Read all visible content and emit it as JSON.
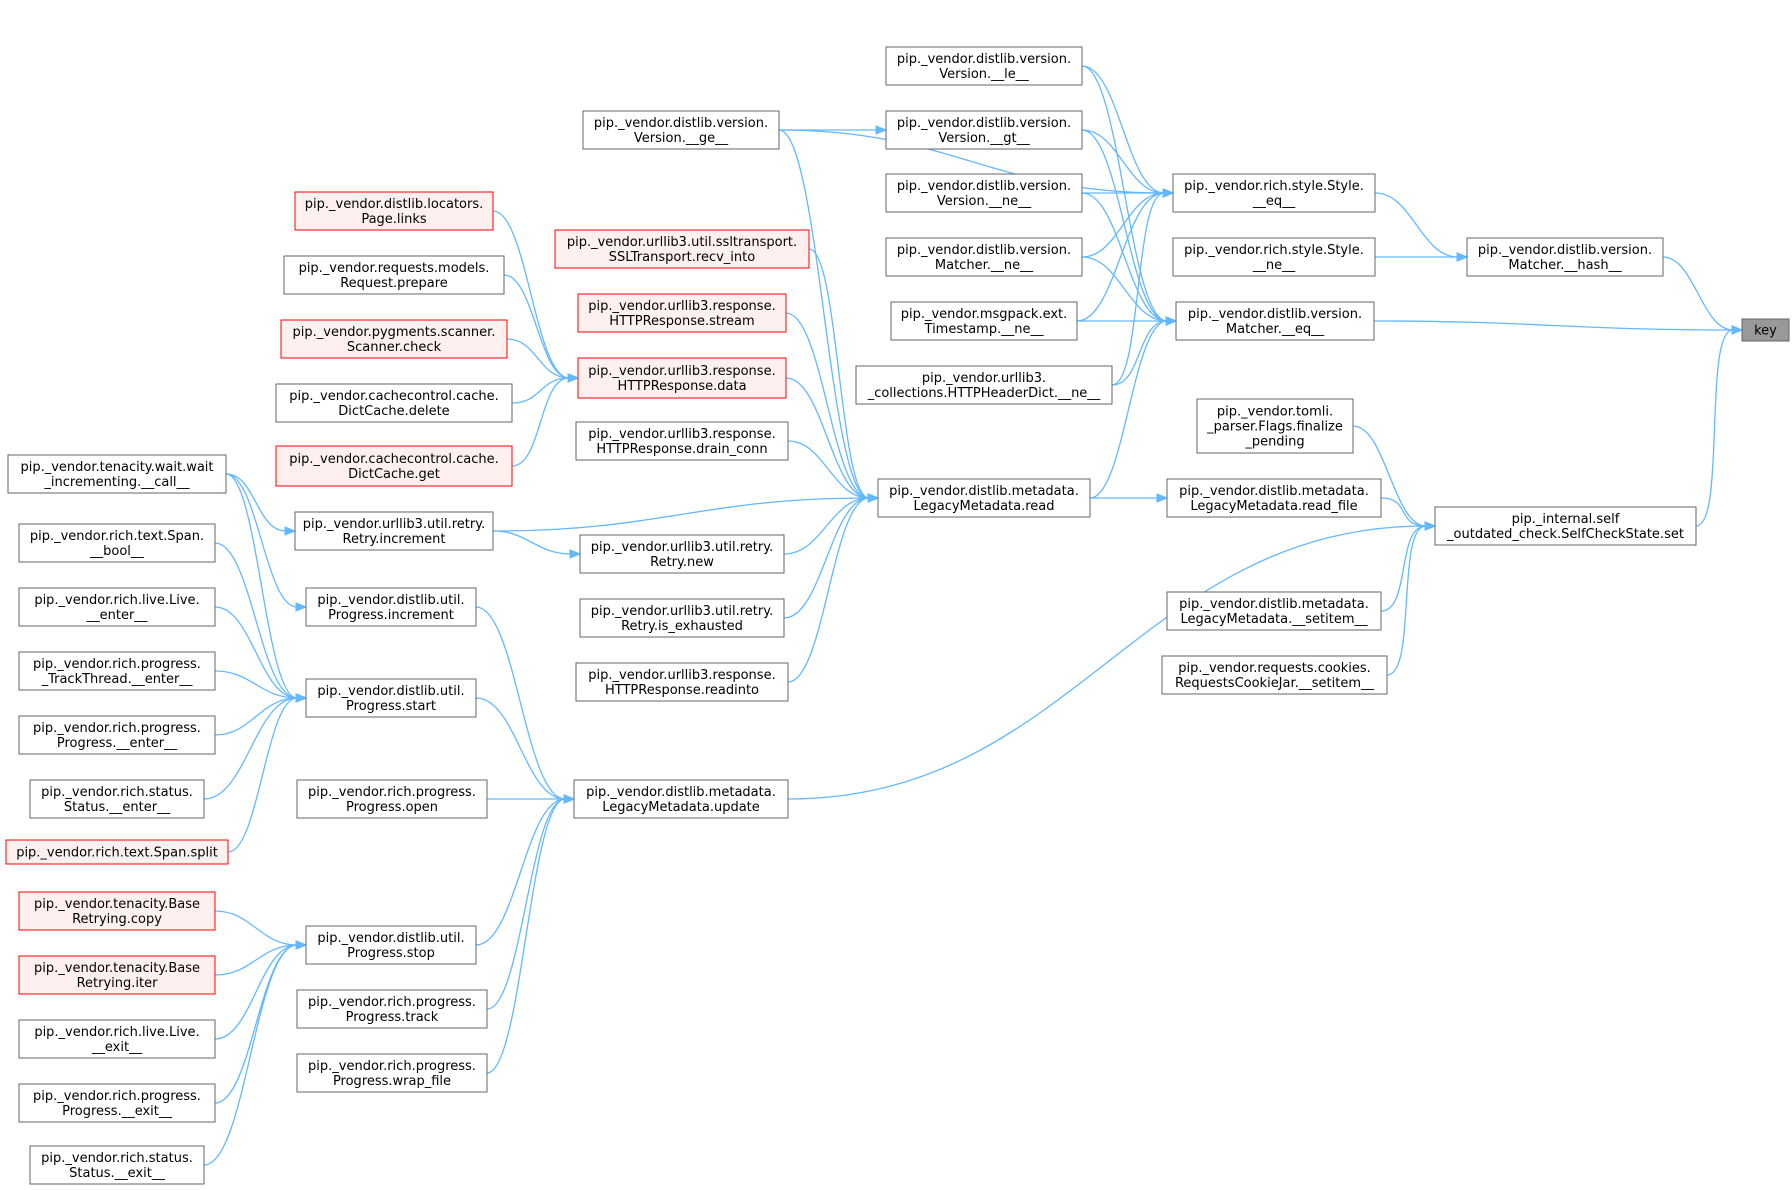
{
  "graph": {
    "colors": {
      "normal_fill": "#ffffff",
      "normal_border": "#666666",
      "highlight_fill": "#fff0f0",
      "highlight_border": "#ff0000",
      "root_fill": "#999999",
      "root_border": "#666666",
      "edge": "#63b8ff"
    },
    "nodes": {
      "key": {
        "lines": [
          "key"
        ],
        "style": "root"
      },
      "matcher_hash": {
        "lines": [
          "pip._vendor.distlib.version.",
          "Matcher.__hash__"
        ],
        "style": "normal"
      },
      "matcher_eq": {
        "lines": [
          "pip._vendor.distlib.version.",
          "Matcher.__eq__"
        ],
        "style": "normal"
      },
      "selfcheck_set": {
        "lines": [
          "pip._internal.self",
          "_outdated_check.SelfCheckState.set"
        ],
        "style": "normal"
      },
      "style_eq": {
        "lines": [
          "pip._vendor.rich.style.Style.",
          "__eq__"
        ],
        "style": "normal"
      },
      "style_ne": {
        "lines": [
          "pip._vendor.rich.style.Style.",
          "__ne__"
        ],
        "style": "normal"
      },
      "tomli_finalize": {
        "lines": [
          "pip._vendor.tomli.",
          "_parser.Flags.finalize",
          "_pending"
        ],
        "style": "normal"
      },
      "lm_read_file": {
        "lines": [
          "pip._vendor.distlib.metadata.",
          "LegacyMetadata.read_file"
        ],
        "style": "normal"
      },
      "lm_setitem": {
        "lines": [
          "pip._vendor.distlib.metadata.",
          "LegacyMetadata.__setitem__"
        ],
        "style": "normal"
      },
      "cookiejar_setitem": {
        "lines": [
          "pip._vendor.requests.cookies.",
          "RequestsCookieJar.__setitem__"
        ],
        "style": "normal"
      },
      "version_le": {
        "lines": [
          "pip._vendor.distlib.version.",
          "Version.__le__"
        ],
        "style": "normal"
      },
      "version_gt": {
        "lines": [
          "pip._vendor.distlib.version.",
          "Version.__gt__"
        ],
        "style": "normal"
      },
      "version_ne": {
        "lines": [
          "pip._vendor.distlib.version.",
          "Version.__ne__"
        ],
        "style": "normal"
      },
      "matcher_ne": {
        "lines": [
          "pip._vendor.distlib.version.",
          "Matcher.__ne__"
        ],
        "style": "normal"
      },
      "timestamp_ne": {
        "lines": [
          "pip._vendor.msgpack.ext.",
          "Timestamp.__ne__"
        ],
        "style": "normal"
      },
      "headerdict_ne": {
        "lines": [
          "pip._vendor.urllib3.",
          "_collections.HTTPHeaderDict.__ne__"
        ],
        "style": "normal"
      },
      "lm_read": {
        "lines": [
          "pip._vendor.distlib.metadata.",
          "LegacyMetadata.read"
        ],
        "style": "normal"
      },
      "version_ge": {
        "lines": [
          "pip._vendor.distlib.version.",
          "Version.__ge__"
        ],
        "style": "normal"
      },
      "ssl_recv_into": {
        "lines": [
          "pip._vendor.urllib3.util.ssltransport.",
          "SSLTransport.recv_into"
        ],
        "style": "highlight"
      },
      "resp_stream": {
        "lines": [
          "pip._vendor.urllib3.response.",
          "HTTPResponse.stream"
        ],
        "style": "highlight"
      },
      "resp_data": {
        "lines": [
          "pip._vendor.urllib3.response.",
          "HTTPResponse.data"
        ],
        "style": "highlight"
      },
      "resp_drain": {
        "lines": [
          "pip._vendor.urllib3.response.",
          "HTTPResponse.drain_conn"
        ],
        "style": "normal"
      },
      "retry_new": {
        "lines": [
          "pip._vendor.urllib3.util.retry.",
          "Retry.new"
        ],
        "style": "normal"
      },
      "retry_exhausted": {
        "lines": [
          "pip._vendor.urllib3.util.retry.",
          "Retry.is_exhausted"
        ],
        "style": "normal"
      },
      "resp_readinto": {
        "lines": [
          "pip._vendor.urllib3.response.",
          "HTTPResponse.readinto"
        ],
        "style": "normal"
      },
      "lm_update": {
        "lines": [
          "pip._vendor.distlib.metadata.",
          "LegacyMetadata.update"
        ],
        "style": "normal"
      },
      "locators_links": {
        "lines": [
          "pip._vendor.distlib.locators.",
          "Page.links"
        ],
        "style": "highlight"
      },
      "request_prepare": {
        "lines": [
          "pip._vendor.requests.models.",
          "Request.prepare"
        ],
        "style": "normal"
      },
      "scanner_check": {
        "lines": [
          "pip._vendor.pygments.scanner.",
          "Scanner.check"
        ],
        "style": "highlight"
      },
      "dictcache_delete": {
        "lines": [
          "pip._vendor.cachecontrol.cache.",
          "DictCache.delete"
        ],
        "style": "normal"
      },
      "dictcache_get": {
        "lines": [
          "pip._vendor.cachecontrol.cache.",
          "DictCache.get"
        ],
        "style": "highlight"
      },
      "retry_increment": {
        "lines": [
          "pip._vendor.urllib3.util.retry.",
          "Retry.increment"
        ],
        "style": "normal"
      },
      "progress_increment": {
        "lines": [
          "pip._vendor.distlib.util.",
          "Progress.increment"
        ],
        "style": "normal"
      },
      "progress_start": {
        "lines": [
          "pip._vendor.distlib.util.",
          "Progress.start"
        ],
        "style": "normal"
      },
      "rich_progress_open": {
        "lines": [
          "pip._vendor.rich.progress.",
          "Progress.open"
        ],
        "style": "normal"
      },
      "progress_stop": {
        "lines": [
          "pip._vendor.distlib.util.",
          "Progress.stop"
        ],
        "style": "normal"
      },
      "rich_progress_track": {
        "lines": [
          "pip._vendor.rich.progress.",
          "Progress.track"
        ],
        "style": "normal"
      },
      "rich_progress_wrap": {
        "lines": [
          "pip._vendor.rich.progress.",
          "Progress.wrap_file"
        ],
        "style": "normal"
      },
      "tenacity_call": {
        "lines": [
          "pip._vendor.tenacity.wait.wait",
          "_incrementing.__call__"
        ],
        "style": "normal"
      },
      "span_bool": {
        "lines": [
          "pip._vendor.rich.text.Span.",
          "__bool__"
        ],
        "style": "normal"
      },
      "live_enter": {
        "lines": [
          "pip._vendor.rich.live.Live.",
          "__enter__"
        ],
        "style": "normal"
      },
      "trackthread_enter": {
        "lines": [
          "pip._vendor.rich.progress.",
          "_TrackThread.__enter__"
        ],
        "style": "normal"
      },
      "progress_enter": {
        "lines": [
          "pip._vendor.rich.progress.",
          "Progress.__enter__"
        ],
        "style": "normal"
      },
      "status_enter": {
        "lines": [
          "pip._vendor.rich.status.",
          "Status.__enter__"
        ],
        "style": "normal"
      },
      "span_split": {
        "lines": [
          "pip._vendor.rich.text.Span.split"
        ],
        "style": "highlight"
      },
      "tenacity_copy": {
        "lines": [
          "pip._vendor.tenacity.Base",
          "Retrying.copy"
        ],
        "style": "highlight"
      },
      "tenacity_iter": {
        "lines": [
          "pip._vendor.tenacity.Base",
          "Retrying.iter"
        ],
        "style": "highlight"
      },
      "live_exit": {
        "lines": [
          "pip._vendor.rich.live.Live.",
          "__exit__"
        ],
        "style": "normal"
      },
      "progress_exit": {
        "lines": [
          "pip._vendor.rich.progress.",
          "Progress.__exit__"
        ],
        "style": "normal"
      },
      "status_exit": {
        "lines": [
          "pip._vendor.rich.status.",
          "Status.__exit__"
        ],
        "style": "normal"
      }
    },
    "edges": [
      [
        "matcher_hash",
        "key"
      ],
      [
        "matcher_eq",
        "key"
      ],
      [
        "selfcheck_set",
        "key"
      ],
      [
        "style_eq",
        "matcher_hash"
      ],
      [
        "style_ne",
        "matcher_hash"
      ],
      [
        "version_le",
        "style_eq"
      ],
      [
        "version_gt",
        "style_eq"
      ],
      [
        "version_ne",
        "style_eq"
      ],
      [
        "matcher_ne",
        "style_eq"
      ],
      [
        "timestamp_ne",
        "style_eq"
      ],
      [
        "headerdict_ne",
        "style_eq"
      ],
      [
        "version_ge",
        "style_eq"
      ],
      [
        "version_le",
        "matcher_eq"
      ],
      [
        "version_gt",
        "matcher_eq"
      ],
      [
        "version_ne",
        "matcher_eq"
      ],
      [
        "matcher_ne",
        "matcher_eq"
      ],
      [
        "timestamp_ne",
        "matcher_eq"
      ],
      [
        "headerdict_ne",
        "matcher_eq"
      ],
      [
        "lm_read",
        "matcher_eq"
      ],
      [
        "version_ge",
        "version_gt"
      ],
      [
        "tomli_finalize",
        "selfcheck_set"
      ],
      [
        "lm_read_file",
        "selfcheck_set"
      ],
      [
        "lm_setitem",
        "selfcheck_set"
      ],
      [
        "cookiejar_setitem",
        "selfcheck_set"
      ],
      [
        "lm_update",
        "selfcheck_set"
      ],
      [
        "lm_read",
        "lm_read_file"
      ],
      [
        "version_ge",
        "lm_read"
      ],
      [
        "ssl_recv_into",
        "lm_read"
      ],
      [
        "resp_stream",
        "lm_read"
      ],
      [
        "resp_data",
        "lm_read"
      ],
      [
        "resp_drain",
        "lm_read"
      ],
      [
        "retry_increment",
        "lm_read"
      ],
      [
        "retry_new",
        "lm_read"
      ],
      [
        "retry_exhausted",
        "lm_read"
      ],
      [
        "resp_readinto",
        "lm_read"
      ],
      [
        "locators_links",
        "resp_data"
      ],
      [
        "request_prepare",
        "resp_data"
      ],
      [
        "scanner_check",
        "resp_data"
      ],
      [
        "dictcache_delete",
        "resp_data"
      ],
      [
        "dictcache_get",
        "resp_data"
      ],
      [
        "retry_increment",
        "retry_new"
      ],
      [
        "tenacity_call",
        "retry_increment"
      ],
      [
        "progress_increment",
        "lm_update"
      ],
      [
        "progress_start",
        "lm_update"
      ],
      [
        "rich_progress_open",
        "lm_update"
      ],
      [
        "progress_stop",
        "lm_update"
      ],
      [
        "rich_progress_track",
        "lm_update"
      ],
      [
        "rich_progress_wrap",
        "lm_update"
      ],
      [
        "tenacity_call",
        "progress_increment"
      ],
      [
        "tenacity_call",
        "progress_start"
      ],
      [
        "span_bool",
        "progress_start"
      ],
      [
        "live_enter",
        "progress_start"
      ],
      [
        "trackthread_enter",
        "progress_start"
      ],
      [
        "progress_enter",
        "progress_start"
      ],
      [
        "status_enter",
        "progress_start"
      ],
      [
        "span_split",
        "progress_start"
      ],
      [
        "tenacity_copy",
        "progress_stop"
      ],
      [
        "tenacity_iter",
        "progress_stop"
      ],
      [
        "live_exit",
        "progress_stop"
      ],
      [
        "progress_exit",
        "progress_stop"
      ],
      [
        "status_exit",
        "progress_stop"
      ]
    ]
  }
}
